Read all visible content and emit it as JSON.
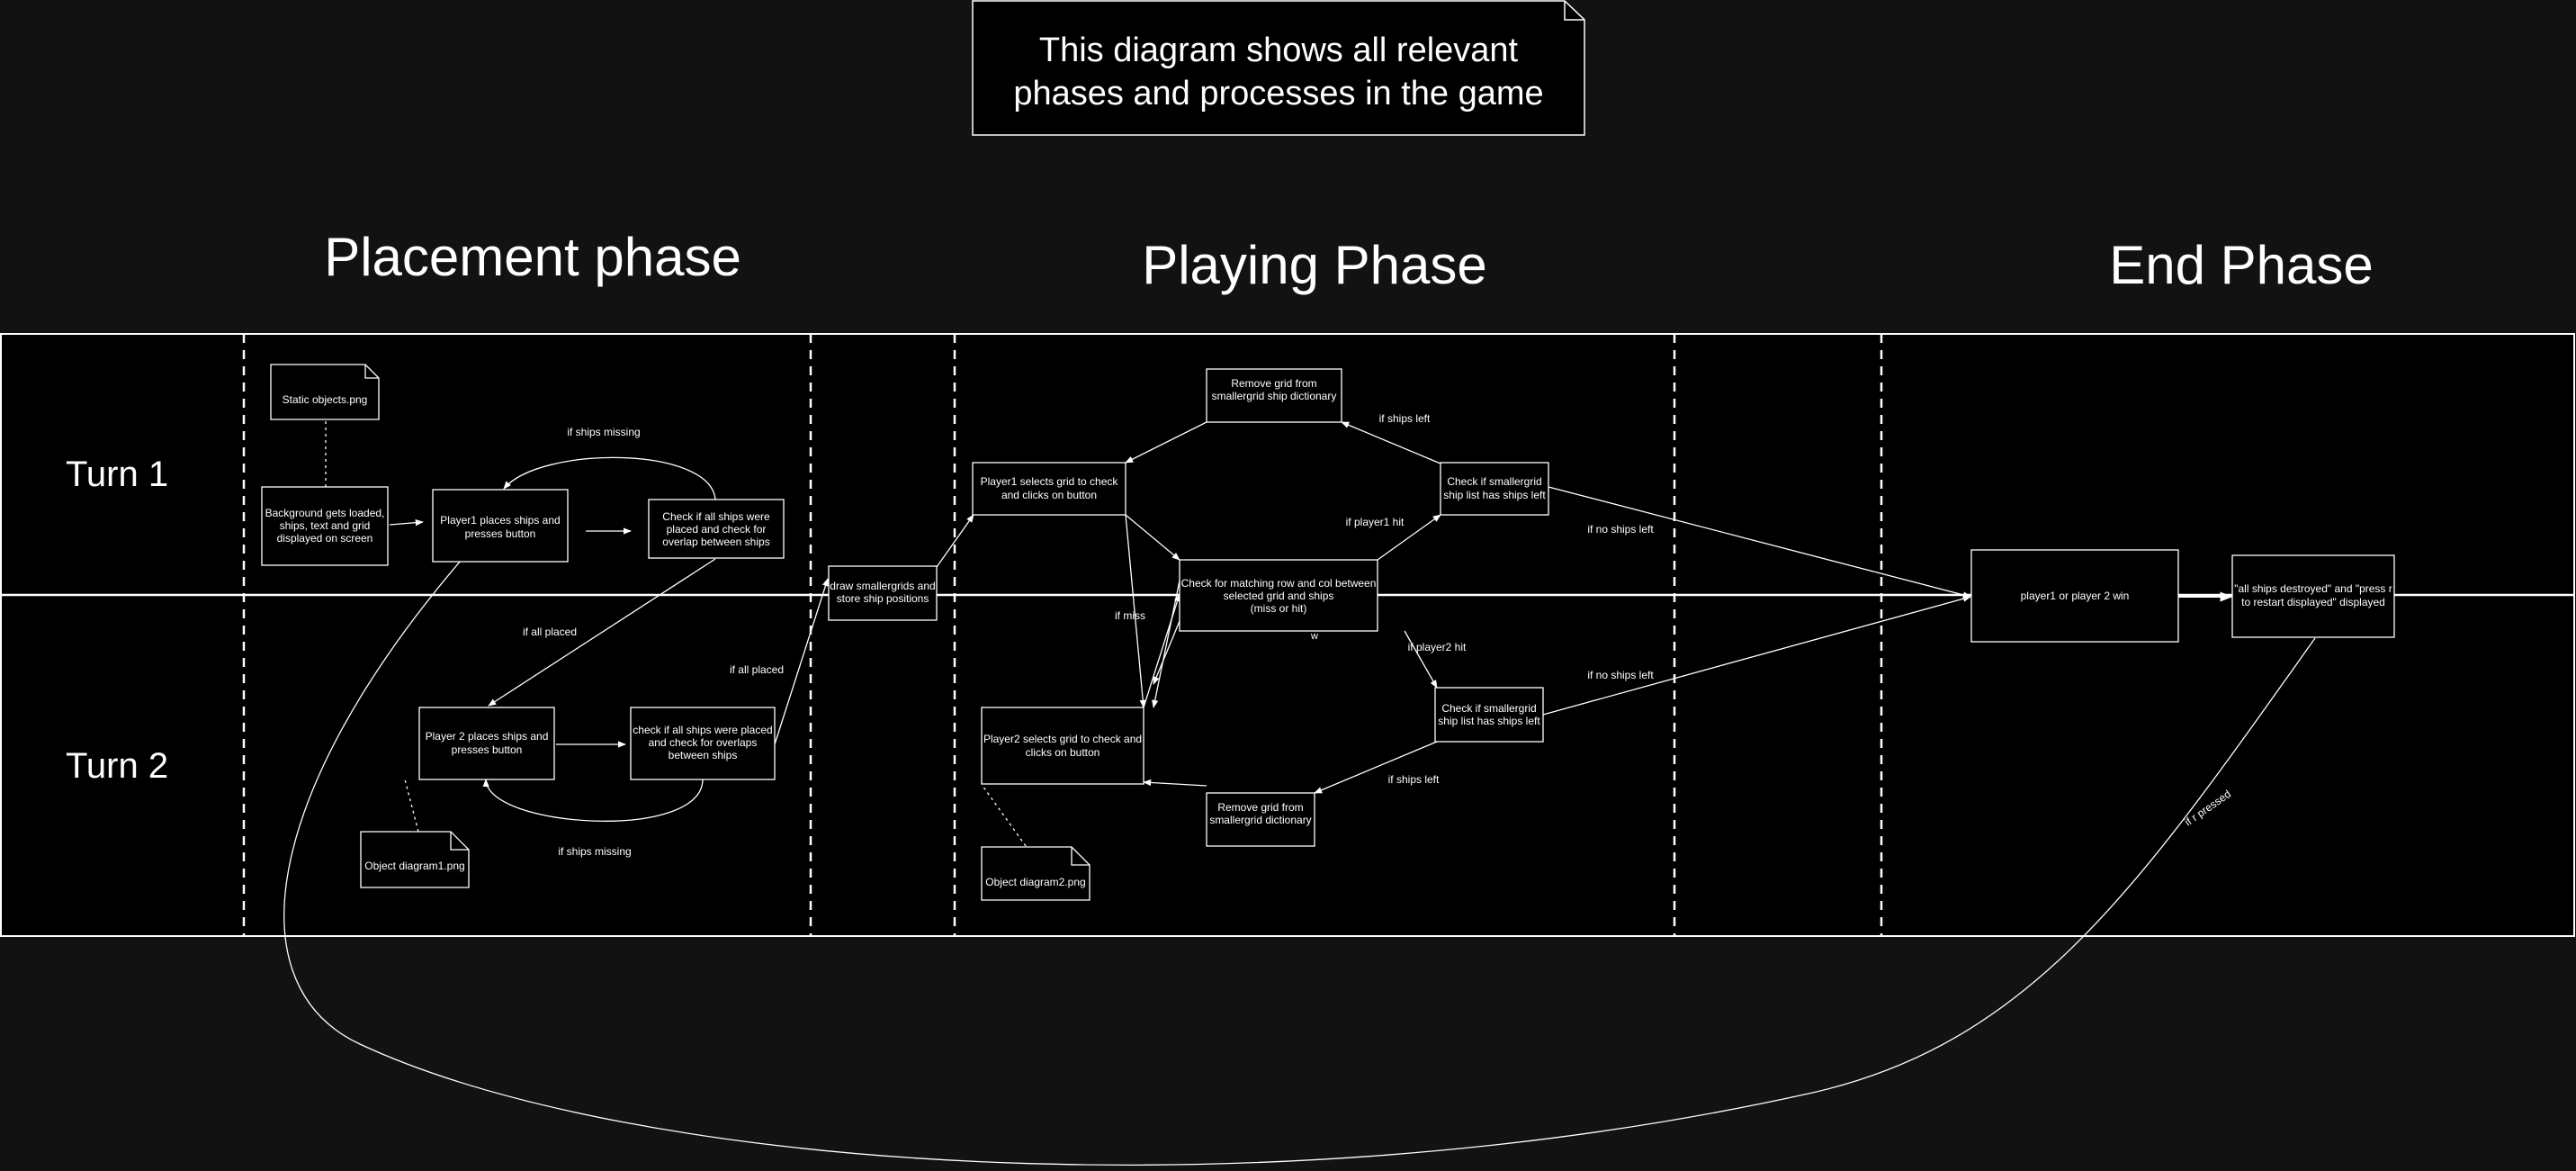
{
  "colors": {
    "background": "#121212",
    "canvas": "#000000",
    "stroke": "#ffffff",
    "text": "#ffffff"
  },
  "note": [
    "This diagram shows all relevant",
    "phases and processes in the game"
  ],
  "phases": {
    "placement": "Placement phase",
    "playing": "Playing Phase",
    "end": "End Phase"
  },
  "turns": {
    "turn1": "Turn 1",
    "turn2": "Turn 2"
  },
  "files": {
    "static_objects": "Static objects.png",
    "object_diagram1": "Object diagram1.png",
    "object_diagram2": "Object diagram2.png"
  },
  "nodes": {
    "background_loaded": [
      "Background gets loaded,",
      "ships, text and grid",
      "displayed on screen"
    ],
    "p1_places": [
      "Player1 places ships and",
      "presses button"
    ],
    "p1_check": [
      "Check if all ships were",
      "placed and check for",
      "overlap between ships"
    ],
    "p2_places": [
      "Player 2 places ships and",
      "presses button"
    ],
    "p2_check": [
      "check if all ships were placed",
      "and check for overlaps",
      "between ships"
    ],
    "draw_smaller": [
      "draw smallergrids and",
      "store ship positions"
    ],
    "p1_select": [
      "Player1 selects grid to check",
      "and clicks on button"
    ],
    "p2_select": [
      "Player2 selects grid to check and",
      "clicks on button"
    ],
    "remove_top": [
      "Remove grid from",
      "smallergrid ship dictionary"
    ],
    "remove_bottom": [
      "Remove grid from",
      "smallergrid dictionary"
    ],
    "check_match": [
      "Check for matching row and col between",
      "selected grid and ships",
      "(miss or hit)"
    ],
    "check_top": [
      "Check if smallergrid",
      "ship list has ships left"
    ],
    "check_bottom": [
      "Check if smallergrid",
      "ship list has ships left"
    ],
    "win": [
      "player1 or player 2 win"
    ],
    "destroyed": [
      "\"all ships destroyed\" and \"press r",
      "to restart displayed\" displayed"
    ]
  },
  "edge_labels": {
    "ships_missing_1": "if ships missing",
    "ships_missing_2": "if ships missing",
    "all_placed_1": "if all placed",
    "all_placed_2": "if all placed",
    "ships_left_top": "if ships left",
    "ships_left_bottom": "if ships left",
    "player1_hit": "if player1 hit",
    "player2_hit": "if player2 hit",
    "miss": "if miss",
    "no_ships_left_top": "if no ships left",
    "no_ships_left_bottom": "if no ships left",
    "r_pressed": "if r pressed",
    "stray_w": "w"
  }
}
